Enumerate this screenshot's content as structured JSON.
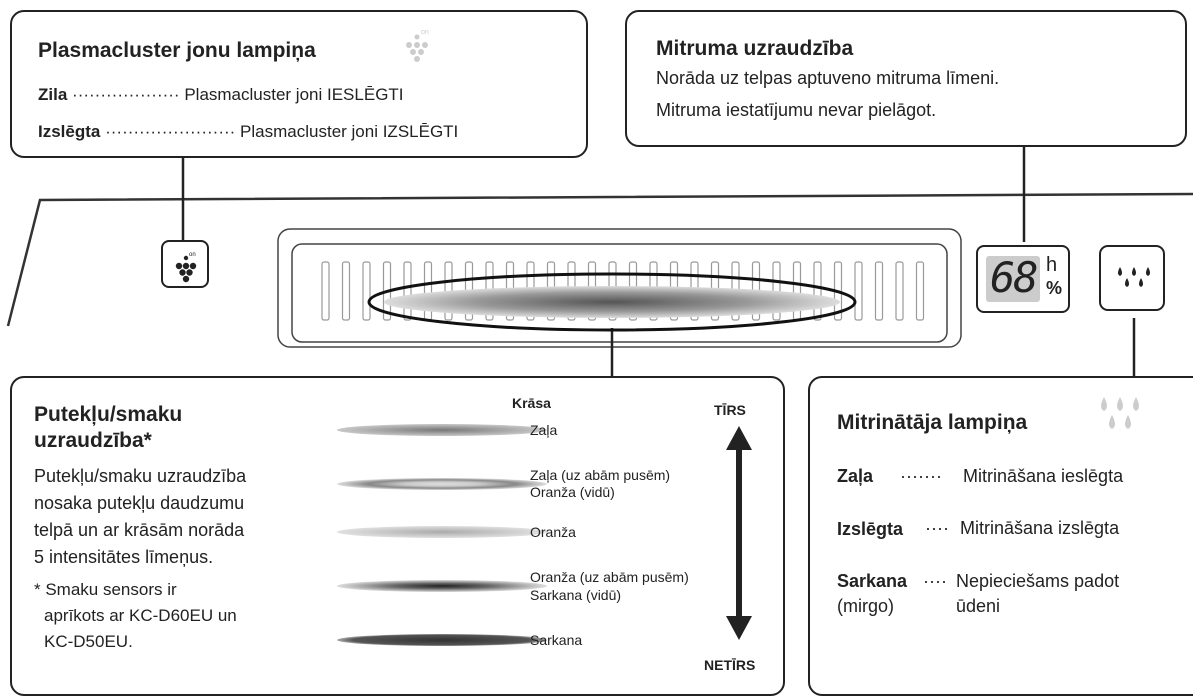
{
  "plasmacluster": {
    "title": "Plasmacluster jonu lampiņa",
    "icon_text": "on",
    "rows": [
      {
        "label": "Zila",
        "dots": "···················",
        "desc": "Plasmacluster joni IESLĒGTI"
      },
      {
        "label": "Izslēgta",
        "dots": "·······················",
        "desc": "Plasmacluster joni IZSLĒGTI"
      }
    ]
  },
  "humidity_monitor": {
    "title": "Mitruma uzraudzība",
    "line1": "Norāda uz telpas aptuveno mitruma līmeni.",
    "line2": "Mitruma iestatījumu nevar pielāgot."
  },
  "panel": {
    "display_value": "68",
    "unit_top": "h",
    "unit_bottom": "%",
    "plasmacluster_button_icon": "plasmacluster-icon",
    "humidifier_button_icon": "water-drops-icon"
  },
  "dust_monitor": {
    "title_line1": "Putekļu/smaku",
    "title_line2": "uzraudzība*",
    "desc_lines": [
      "Putekļu/smaku uzraudzība",
      "nosaka putekļu daudzumu",
      "telpā un ar krāsām norāda",
      "5 intensitātes līmeņus."
    ],
    "note_lines": [
      "* Smaku sensors ir",
      "aprīkots ar KC-D60EU un",
      "KC-D50EU."
    ],
    "color_header": "Krāsa",
    "clean_label": "TĪRS",
    "dirty_label": "NETĪRS",
    "levels": [
      {
        "label1": "Zaļa",
        "label2": ""
      },
      {
        "label1": "Zaļa (uz abām pusēm)",
        "label2": "Oranža (vidū)"
      },
      {
        "label1": "Oranža",
        "label2": ""
      },
      {
        "label1": "Oranža (uz abām pusēm)",
        "label2": "Sarkana (vidū)"
      },
      {
        "label1": "Sarkana",
        "label2": ""
      }
    ]
  },
  "humidifier": {
    "title": "Mitrinātāja lampiņa",
    "rows": [
      {
        "label": "Zaļa",
        "sublabel": "",
        "dots": "·······",
        "desc1": "Mitrināšana ieslēgta",
        "desc2": ""
      },
      {
        "label": "Izslēgta",
        "sublabel": "",
        "dots": "····",
        "desc1": "Mitrināšana izslēgta",
        "desc2": ""
      },
      {
        "label": "Sarkana",
        "sublabel": "(mirgo)",
        "dots": "····",
        "desc1": "Nepieciešams padot",
        "desc2": "ūdeni"
      }
    ]
  }
}
